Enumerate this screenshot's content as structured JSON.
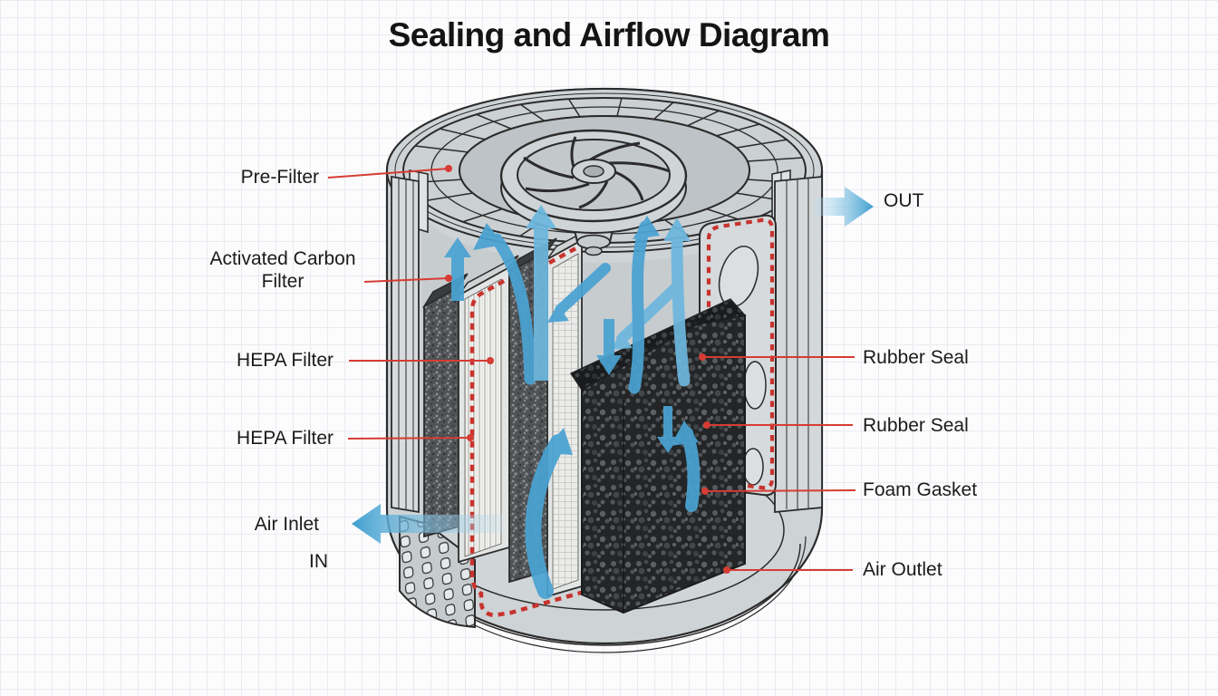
{
  "diagram": {
    "title": "Sealing and Airflow Diagram",
    "callouts_left": [
      {
        "id": "pre-filter",
        "label": "Pre-Filter"
      },
      {
        "id": "activated-carbon-filter",
        "label": "Activated Carbon Filter"
      },
      {
        "id": "hepa-filter-1",
        "label": "HEPA Filter"
      },
      {
        "id": "hepa-filter-2",
        "label": "HEPA Filter"
      },
      {
        "id": "air-inlet",
        "label": "Air Inlet"
      },
      {
        "id": "in",
        "label": "IN"
      }
    ],
    "callouts_right": [
      {
        "id": "out",
        "label": "OUT"
      },
      {
        "id": "rubber-seal-1",
        "label": "Rubber Seal"
      },
      {
        "id": "rubber-seal-2",
        "label": "Rubber Seal"
      },
      {
        "id": "foam-gasket",
        "label": "Foam Gasket"
      },
      {
        "id": "air-outlet",
        "label": "Air Outlet"
      }
    ],
    "icons": [
      "airflow-up-arrow-icon",
      "airflow-down-arrow-icon",
      "air-in-block-arrow-icon",
      "air-out-block-arrow-icon"
    ]
  },
  "colors": {
    "leader_red": "#d63c33",
    "seal_red": "#c8332e",
    "airflow_blue": "#4aa2d2",
    "body_gray": "#ced3d6",
    "foam_black": "#232527",
    "text": "#1b1b1b",
    "background": "#fcfcfd",
    "grid_line": "#e8ebf1"
  }
}
